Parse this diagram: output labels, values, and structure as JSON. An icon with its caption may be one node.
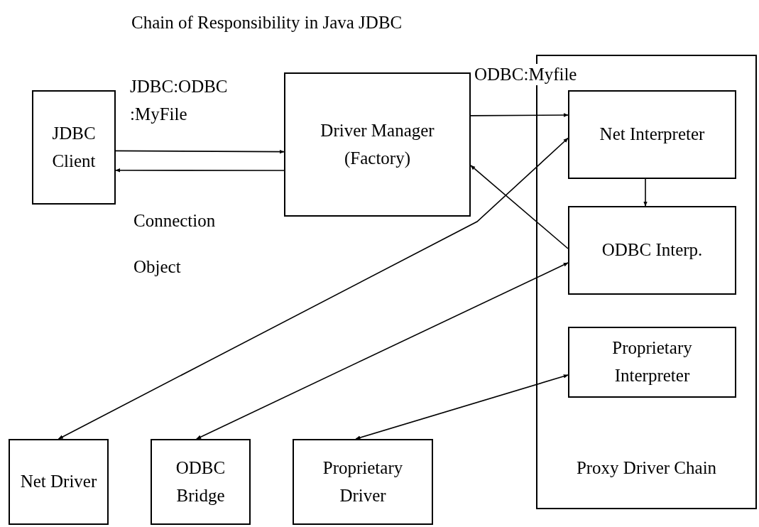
{
  "diagram": {
    "title": "Chain of Responsibility in Java JDBC",
    "nodes": [
      {
        "text": [
          "JDBC Client"
        ]
      },
      {
        "text": [
          "Driver Manager (Factory)"
        ]
      },
      {
        "text": [
          "Proxy Driver Chain"
        ]
      },
      {
        "text": [
          "Net Interpreter"
        ],
        "in": 2
      },
      {
        "text": [
          "ODBC Interp."
        ],
        "in": 2
      },
      {
        "text": [
          "Proprietary Interpreter"
        ],
        "in": 2
      },
      {
        "text": [
          "Net Driver"
        ]
      },
      {
        "text": [
          "ODBC Bridge"
        ]
      },
      {
        "text": [
          "Proprietary Driver"
        ]
      }
    ],
    "edges": [
      {
        "from": 0,
        "to": 1,
        "arrow": "to",
        "label": "JDBC:ODBC :MyFile"
      },
      {
        "from": 1,
        "to": 0,
        "arrow": "to",
        "label": "Connection Object"
      },
      {
        "from": 1,
        "to": 3,
        "arrow": "to",
        "label": "ODBC:Myfile"
      },
      {
        "from": 3,
        "to": 4,
        "arrow": "to"
      },
      {
        "from": 4,
        "to": 1,
        "arrow": "to"
      },
      {
        "from": 6,
        "to": 3,
        "arrow": "both"
      },
      {
        "from": 7,
        "to": 4,
        "arrow": "both"
      },
      {
        "from": 8,
        "to": 5,
        "arrow": "both"
      }
    ]
  }
}
